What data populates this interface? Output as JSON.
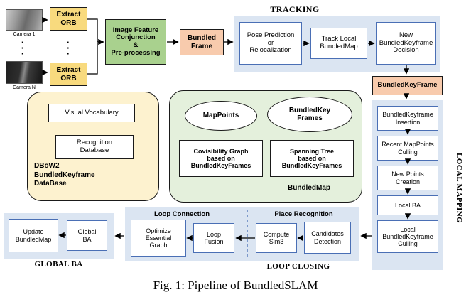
{
  "caption": "Fig. 1: Pipeline of BundledSLAM",
  "colors": {
    "section_bg": "#dbe5f2",
    "yellow_box": "#f8da7e",
    "green_box": "#a9d18e",
    "salmon_box": "#f8cbad",
    "cream_container": "#fdf2cf",
    "green_container": "#e4f0dc",
    "blue_border": "#4a6fb5"
  },
  "input": {
    "camera1_label": "Camera 1",
    "cameraN_label": "Camera N",
    "extract_orb": "Extract\nORB",
    "dots": "·\n·\n·",
    "feature_conjunction": "Image Feature\nConjunction\n&\nPre-processing",
    "bundled_frame": "Bundled\nFrame"
  },
  "tracking": {
    "title": "TRACKING",
    "pose_prediction": "Pose Prediction\nor\nRelocalization",
    "track_local": "Track Local\nBundledMap",
    "new_keyframe_decision": "New\nBundledKeyframe\nDecision"
  },
  "bundled_keyframe": "BundledKeyFrame",
  "local_mapping": {
    "title": "LOCAL MAPPING",
    "items": [
      "BundledKeyframe\nInsertion",
      "Recent MapPoints\nCulling",
      "New Points\nCreation",
      "Local BA",
      "Local\nBundledKeyframe\nCulling"
    ]
  },
  "database": {
    "visual_vocabulary": "Visual Vocabulary",
    "recognition_database": "Recognition\nDatabase",
    "label": "DBoW2\nBundledKeyframe\nDataBase"
  },
  "bundled_map": {
    "mappoints": "MapPoints",
    "bundledkey_frames": "BundledKey\nFrames",
    "covisibility_graph": "Covisibility Graph\nbased on\nBundledKeyFrames",
    "spanning_tree": "Spanning Tree\nbased on\nBundledKeyFrames",
    "label": "BundledMap"
  },
  "loop_closing": {
    "title": "LOOP CLOSING",
    "loop_connection": "Loop Connection",
    "optimize_essential_graph": "Optimize\nEssential\nGraph",
    "loop_fusion": "Loop\nFusion",
    "place_recognition": "Place Recognition",
    "compute_sim3": "Compute\nSim3",
    "candidates_detection": "Candidates\nDetection"
  },
  "global_ba": {
    "title": "GLOBAL BA",
    "update_bundledmap": "Update\nBundledMap",
    "global_ba": "Global\nBA"
  }
}
